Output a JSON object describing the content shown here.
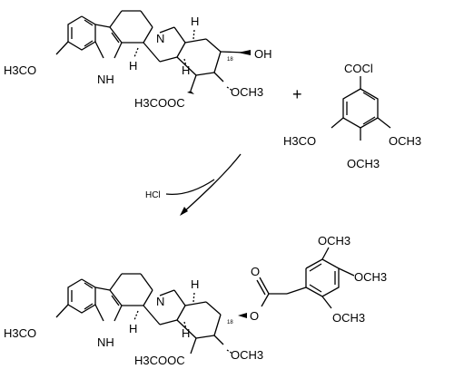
{
  "reactant1": {
    "ome_left": "H3CO",
    "nh": "NH",
    "n": "N",
    "h_top": "H",
    "h_bridge": "H",
    "h_ring": "H",
    "stereo_18": "18",
    "oh": "OH",
    "ester": "H3COOC",
    "ome_right": "OCH3"
  },
  "plus": "+",
  "reactant2": {
    "acyl": "COCl",
    "ome_left": "H3CO",
    "ome_right": "OCH3",
    "ome_bottom": "OCH3"
  },
  "reagent": {
    "hcl": "HCl"
  },
  "product": {
    "ome_left": "H3CO",
    "nh": "NH",
    "n": "N",
    "h_top": "H",
    "h_bridge": "H",
    "h_ring": "H",
    "stereo_18": "18",
    "ester_o": "O",
    "carbonyl_o": "O",
    "ester": "H3COOC",
    "ome_right": "OCH3",
    "aryl_ome1": "OCH3",
    "aryl_ome2": "OCH3",
    "aryl_ome3": "OCH3"
  }
}
